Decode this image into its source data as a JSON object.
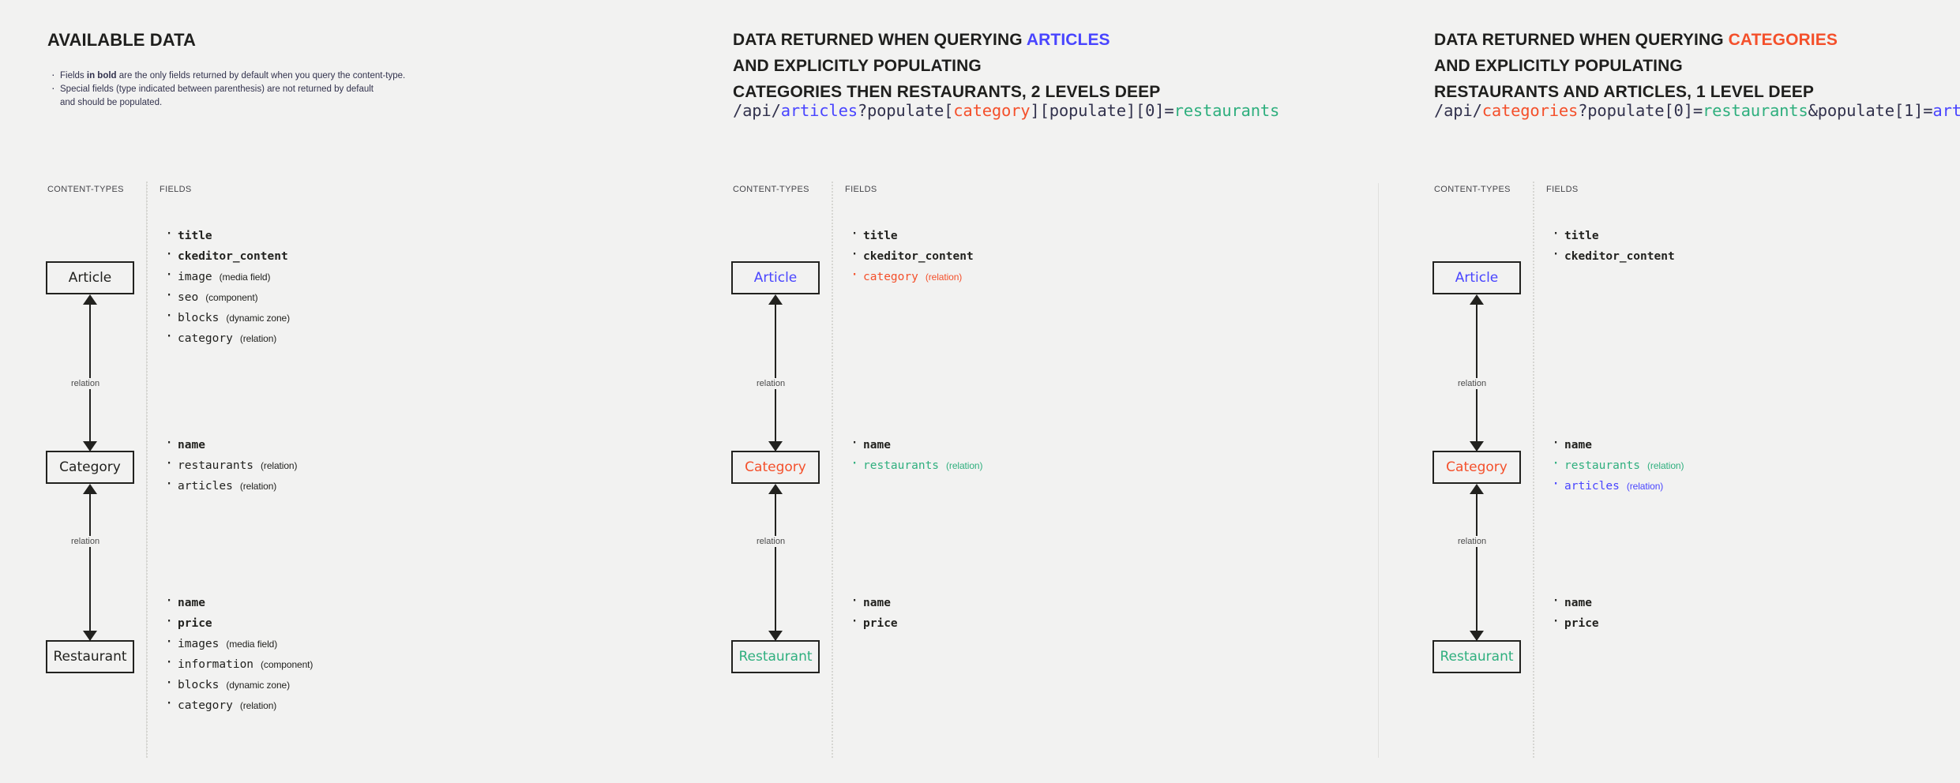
{
  "colors": {
    "background": "#f2f2f1",
    "ink": "#22221f",
    "articles_blue": "#4945ff",
    "categories_orange": "#f4502b",
    "restaurants_teal": "#2faf7e",
    "muted": "#45454a"
  },
  "panels": [
    {
      "id": "available-data",
      "heading_lines": [
        "AVAILABLE DATA"
      ],
      "bullets": [
        "Fields in bold are the only fields returned by default when you query the content-type.",
        "Special fields (type indicated between parenthesis) are not returned by default\nand should be populated."
      ],
      "captions": {
        "content_types": "CONTENT-TYPES",
        "fields": "FIELDS"
      },
      "relation_label": "relation",
      "nodes": [
        {
          "name": "Article",
          "color": "ink"
        },
        {
          "name": "Category",
          "color": "ink"
        },
        {
          "name": "Restaurant",
          "color": "ink"
        }
      ],
      "field_groups": [
        [
          {
            "name": "title",
            "type": "",
            "bold": true,
            "color": "ink"
          },
          {
            "name": "ckeditor_content",
            "type": "",
            "bold": true,
            "color": "ink"
          },
          {
            "name": "image",
            "type": "(media field)",
            "bold": false,
            "color": "ink"
          },
          {
            "name": "seo",
            "type": "(component)",
            "bold": false,
            "color": "ink"
          },
          {
            "name": "blocks",
            "type": "(dynamic zone)",
            "bold": false,
            "color": "ink"
          },
          {
            "name": "category",
            "type": "(relation)",
            "bold": false,
            "color": "ink"
          }
        ],
        [
          {
            "name": "name",
            "type": "",
            "bold": true,
            "color": "ink"
          },
          {
            "name": "restaurants",
            "type": "(relation)",
            "bold": false,
            "color": "ink"
          },
          {
            "name": "articles",
            "type": "(relation)",
            "bold": false,
            "color": "ink"
          }
        ],
        [
          {
            "name": "name",
            "type": "",
            "bold": true,
            "color": "ink"
          },
          {
            "name": "price",
            "type": "",
            "bold": true,
            "color": "ink"
          },
          {
            "name": "images",
            "type": "(media field)",
            "bold": false,
            "color": "ink"
          },
          {
            "name": "information",
            "type": "(component)",
            "bold": false,
            "color": "ink"
          },
          {
            "name": "blocks",
            "type": "(dynamic zone)",
            "bold": false,
            "color": "ink"
          },
          {
            "name": "category",
            "type": "(relation)",
            "bold": false,
            "color": "ink"
          }
        ]
      ]
    },
    {
      "id": "query-articles",
      "heading_lines": [
        {
          "parts": [
            {
              "text": "DATA RETURNED WHEN QUERYING ",
              "color": "ink"
            },
            {
              "text": "ARTICLES",
              "color": "blue"
            }
          ]
        },
        {
          "parts": [
            {
              "text": "AND EXPLICITLY POPULATING",
              "color": "ink"
            }
          ]
        },
        {
          "parts": [
            {
              "text": "CATEGORIES THEN RESTAURANTS, 2 LEVELS DEEP",
              "color": "ink"
            }
          ]
        }
      ],
      "api_url": [
        {
          "text": "/api/",
          "color": "ink"
        },
        {
          "text": "articles",
          "color": "blue"
        },
        {
          "text": "?populate[",
          "color": "ink"
        },
        {
          "text": "category",
          "color": "orange"
        },
        {
          "text": "][populate][0]=",
          "color": "ink"
        },
        {
          "text": "restaurants",
          "color": "teal"
        }
      ],
      "captions": {
        "content_types": "CONTENT-TYPES",
        "fields": "FIELDS"
      },
      "relation_label": "relation",
      "nodes": [
        {
          "name": "Article",
          "color": "blue"
        },
        {
          "name": "Category",
          "color": "orange"
        },
        {
          "name": "Restaurant",
          "color": "teal"
        }
      ],
      "field_groups": [
        [
          {
            "name": "title",
            "type": "",
            "bold": true,
            "color": "ink"
          },
          {
            "name": "ckeditor_content",
            "type": "",
            "bold": true,
            "color": "ink"
          },
          {
            "name": "category",
            "type": "(relation)",
            "bold": false,
            "color": "orange"
          }
        ],
        [
          {
            "name": "name",
            "type": "",
            "bold": true,
            "color": "ink"
          },
          {
            "name": "restaurants",
            "type": "(relation)",
            "bold": false,
            "color": "teal"
          }
        ],
        [
          {
            "name": "name",
            "type": "",
            "bold": true,
            "color": "ink"
          },
          {
            "name": "price",
            "type": "",
            "bold": true,
            "color": "ink"
          }
        ]
      ]
    },
    {
      "id": "query-categories",
      "heading_lines": [
        {
          "parts": [
            {
              "text": "DATA RETURNED WHEN QUERYING ",
              "color": "ink"
            },
            {
              "text": "CATEGORIES",
              "color": "orange"
            }
          ]
        },
        {
          "parts": [
            {
              "text": "AND EXPLICITLY POPULATING",
              "color": "ink"
            }
          ]
        },
        {
          "parts": [
            {
              "text": "RESTAURANTS AND ARTICLES, 1 LEVEL DEEP",
              "color": "ink"
            }
          ]
        }
      ],
      "api_url": [
        {
          "text": "/api/",
          "color": "ink"
        },
        {
          "text": "categories",
          "color": "orange"
        },
        {
          "text": "?populate[0]=",
          "color": "ink"
        },
        {
          "text": "restaurants",
          "color": "teal"
        },
        {
          "text": "&populate[1]=",
          "color": "ink"
        },
        {
          "text": "articles",
          "color": "blue"
        }
      ],
      "captions": {
        "content_types": "CONTENT-TYPES",
        "fields": "FIELDS"
      },
      "relation_label": "relation",
      "nodes": [
        {
          "name": "Article",
          "color": "blue"
        },
        {
          "name": "Category",
          "color": "orange"
        },
        {
          "name": "Restaurant",
          "color": "teal"
        }
      ],
      "field_groups": [
        [
          {
            "name": "title",
            "type": "",
            "bold": true,
            "color": "ink"
          },
          {
            "name": "ckeditor_content",
            "type": "",
            "bold": true,
            "color": "ink"
          }
        ],
        [
          {
            "name": "name",
            "type": "",
            "bold": true,
            "color": "ink"
          },
          {
            "name": "restaurants",
            "type": "(relation)",
            "bold": false,
            "color": "teal"
          },
          {
            "name": "articles",
            "type": "(relation)",
            "bold": false,
            "color": "blue"
          }
        ],
        [
          {
            "name": "name",
            "type": "",
            "bold": true,
            "color": "ink"
          },
          {
            "name": "price",
            "type": "",
            "bold": true,
            "color": "ink"
          }
        ]
      ]
    }
  ]
}
